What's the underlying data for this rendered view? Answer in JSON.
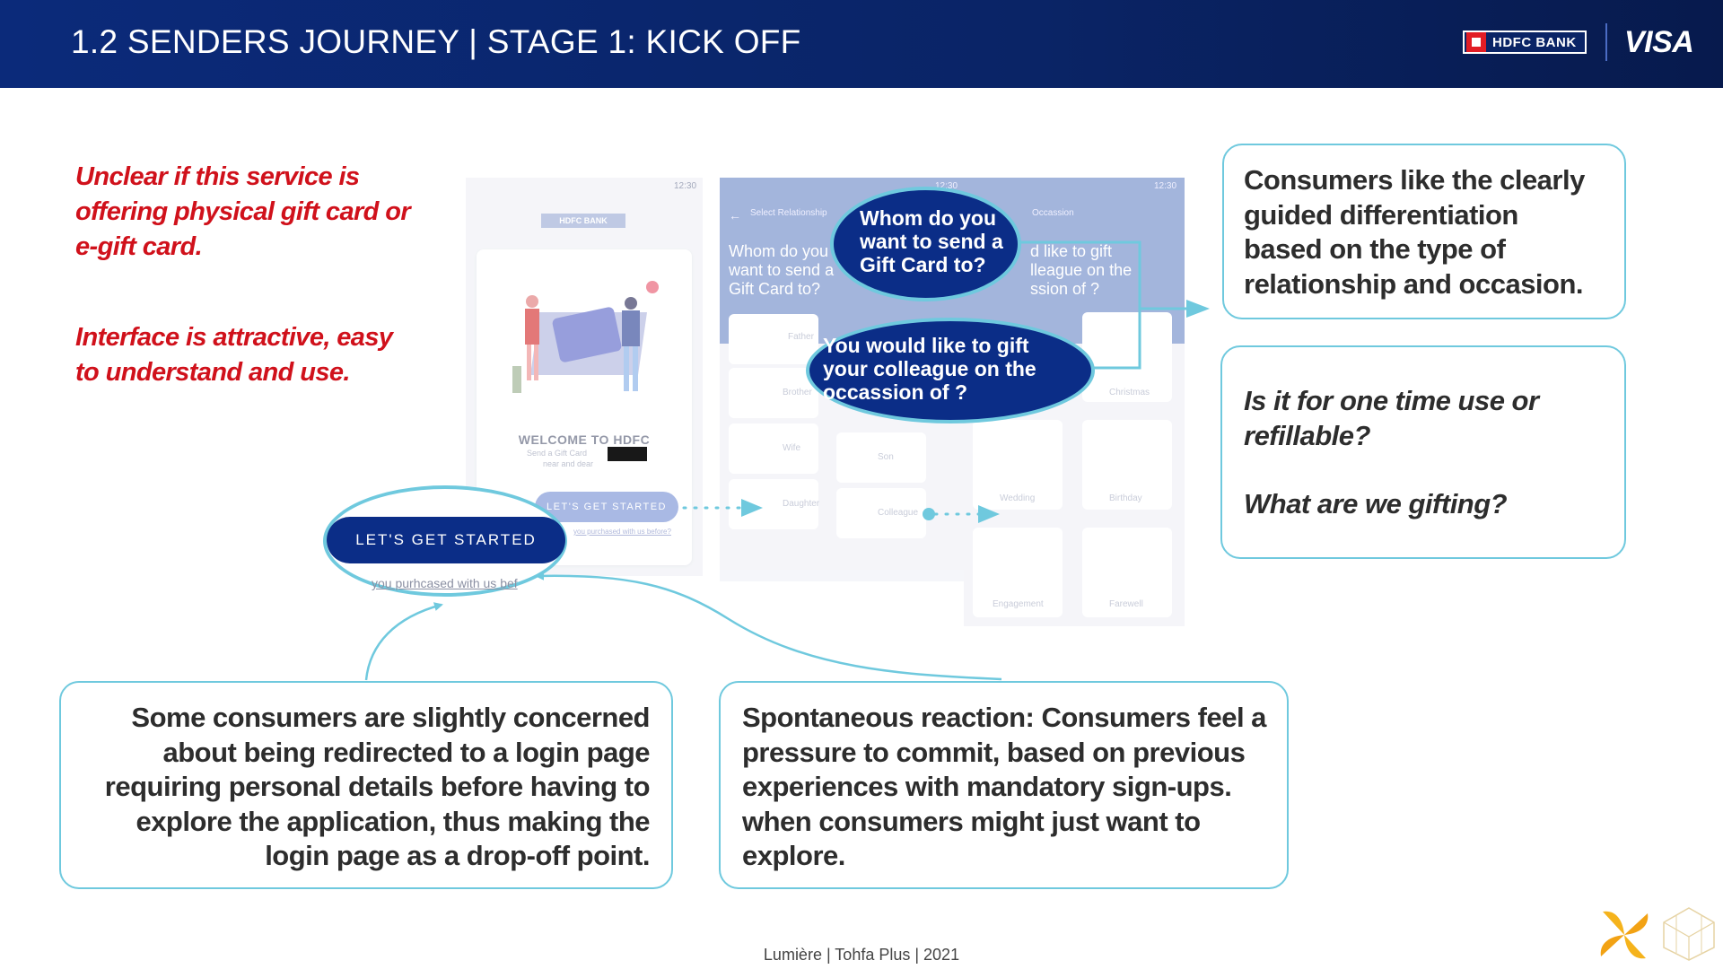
{
  "header": {
    "title": "1.2 SENDERS JOURNEY | STAGE 1: KICK OFF",
    "bank_logo": "HDFC BANK",
    "partner_logo": "VISA"
  },
  "notes": {
    "note1": [
      "Unclear if this service is",
      "offering physical gift card or",
      "e-gift card."
    ],
    "note2": [
      "Interface is attractive, easy",
      "to understand and use."
    ]
  },
  "boxes": {
    "top_right": [
      "Consumers like the clearly",
      "guided differentiation",
      "based on the type of",
      "relationship and occasion."
    ],
    "mid_right": {
      "q1": [
        "Is it for one time use or",
        "refillable?"
      ],
      "q2": "What are we gifting?"
    },
    "bottom_left": [
      "Some consumers are slightly concerned",
      "about being redirected to a login page",
      "requiring personal details before having to",
      "explore the application, thus  making the",
      "login page as a drop-off point."
    ],
    "bottom_mid": [
      "Spontaneous reaction: Consumers feel a",
      "pressure to commit, based on previous",
      "experiences with mandatory sign-ups.",
      "when consumers might just want to",
      "explore."
    ]
  },
  "phone1": {
    "status_time": "12:30",
    "bank": "HDFC BANK",
    "welcome": "WELCOME TO HDFC",
    "sub1": "Send a Gift Card",
    "sub2": "near and dear",
    "button": "LET'S GET STARTED",
    "link": "you purchased with us before?"
  },
  "phone2": {
    "status_time": "12:30",
    "header": "Select Relationship",
    "question": [
      "Whom do you",
      "want to send a",
      "Gift Card to?"
    ],
    "tiles": [
      "Father",
      "Brother",
      "Wife",
      "Son",
      "Daughter",
      "Colleague"
    ]
  },
  "phone3": {
    "status_time": "12:30",
    "header": "Occassion",
    "question": [
      "d like to gift",
      "lleague on the",
      "ssion of ?"
    ],
    "tiles": [
      "Christmas",
      "Wedding",
      "Birthday",
      "Engagement",
      "Farewell"
    ]
  },
  "bubbles": {
    "b1": [
      "Whom do you",
      "want to send a",
      "Gift Card to?"
    ],
    "b2": [
      "You would like to gift",
      "your colleague on the",
      "occassion of ?"
    ]
  },
  "start_callout": {
    "button": "LET'S GET STARTED",
    "sub": "you purhcased with us bef"
  },
  "footer": "Lumière | Tohfa Plus | 2021",
  "colors": {
    "header_bg": "#0a2466",
    "accent": "#6fc9de",
    "red": "#d0111b",
    "navy": "#0b2d87"
  }
}
